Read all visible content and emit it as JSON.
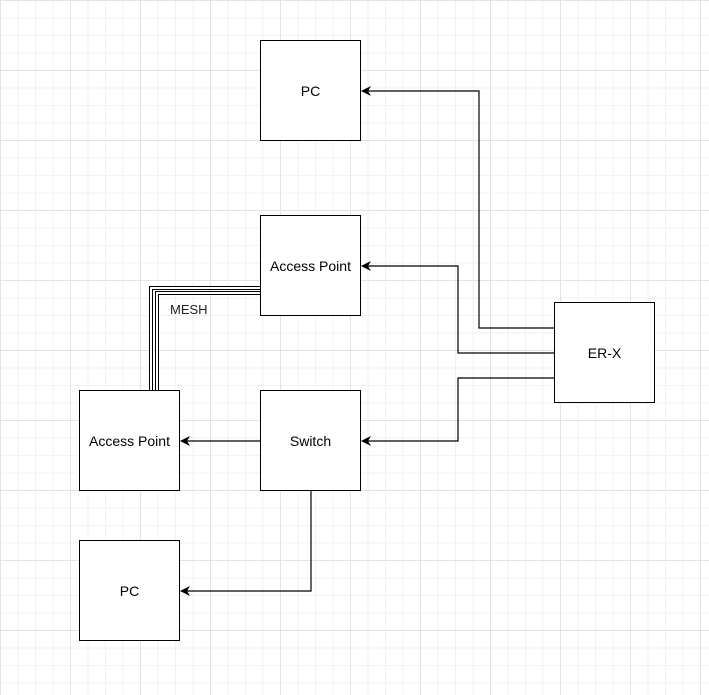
{
  "nodes": {
    "pc_top": {
      "label": "PC"
    },
    "ap_top": {
      "label": "Access Point"
    },
    "er_x": {
      "label": "ER-X"
    },
    "ap_left": {
      "label": "Access Point"
    },
    "switch": {
      "label": "Switch"
    },
    "pc_bottom": {
      "label": "PC"
    }
  },
  "edges": {
    "mesh_label": "MESH"
  },
  "colors": {
    "line": "#000000",
    "grid_major": "#e3e3e3",
    "grid_minor": "#f2f2f2",
    "node_fill": "#ffffff"
  }
}
